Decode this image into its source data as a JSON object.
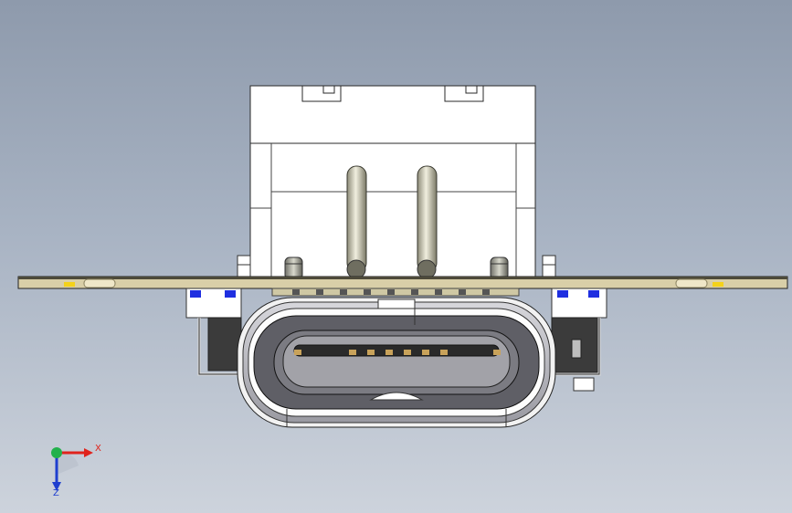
{
  "viewport": {
    "background_top": "#8e9aac",
    "background_bottom": "#cdd3dc"
  },
  "triad": {
    "x_label": "X",
    "z_label": "Z",
    "x_color": "#e0231c",
    "y_color": "#22b14c",
    "z_color": "#1f3fcf"
  },
  "model": {
    "description_icon": "usb-c-receptacle-model",
    "body_color": "#ffffff",
    "board_color": "#d9cfa8",
    "pin_color": "#c8c6b0",
    "shell_color": "#8f8f95",
    "accent_blue": "#1f2fe0",
    "accent_yellow": "#f4d21a"
  }
}
